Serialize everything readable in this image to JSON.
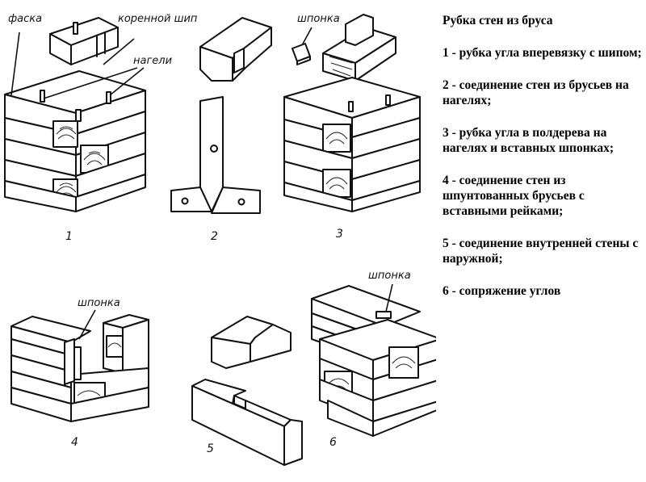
{
  "labels": {
    "faska": "фаска",
    "korennoy_ship": "коренной шип",
    "nageli": "нагели",
    "shponka_top": "шпонка",
    "shponka_fig4": "шпонка",
    "shponka_fig6": "шпонка"
  },
  "figure_numbers": [
    "1",
    "2",
    "3",
    "4",
    "5",
    "6"
  ],
  "legend": {
    "title": "Рубка стен из бруса",
    "items": [
      "1 - рубка угла вперевязку с шипом;",
      "2 - соединение стен из брусьев на нагелях;",
      "3 - рубка угла в полдерева на нагелях и вставных шпонках;",
      "4 - соединение стен из шпунтованных брусьев с вставными рейками;",
      "5 - соединение внутренней стены с наружной;",
      "6 - сопряжение углов"
    ]
  }
}
